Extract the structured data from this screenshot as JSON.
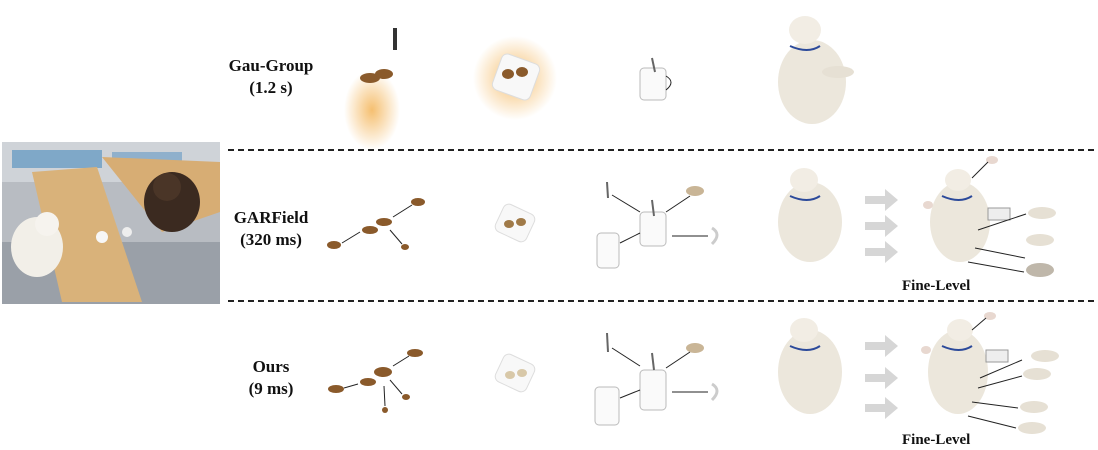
{
  "rows": [
    {
      "method": "Gau-Group",
      "time": "(1.2 s)"
    },
    {
      "method": "GARField",
      "time": "(320 ms)"
    },
    {
      "method": "Ours",
      "time": "(9 ms)"
    }
  ],
  "annotations": {
    "fine_level_1": "Fine-Level",
    "fine_level_2": "Fine-Level"
  },
  "colors": {
    "cookie": "#8a5a2b",
    "wool": "#ece7dc",
    "arrow": "#d6d6d6",
    "floor": "#9aa0a8",
    "table": "#d9b27a",
    "bear": "#3b2a20",
    "blur": "#f0b860"
  }
}
